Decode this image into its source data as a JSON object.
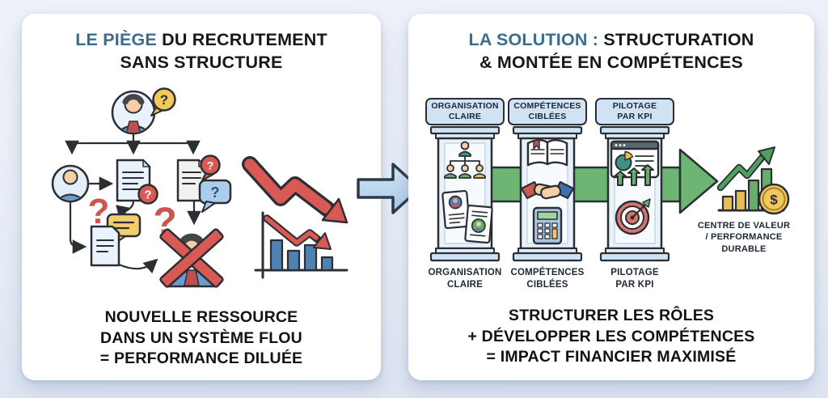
{
  "colors": {
    "background": "#e7edf6",
    "panel": "#ffffff",
    "accent_blue": "#3c6d8e",
    "text_dark": "#16181c",
    "outline": "#2b2f33",
    "red": "#d95a55",
    "green": "#6db572",
    "yellow": "#f2c85c",
    "light_blue": "#cfe3f4",
    "bar_blue": "#4f81b5"
  },
  "glyphs": {
    "question_mark": "?",
    "dollar": "$"
  },
  "left_panel": {
    "title_highlight": "LE PIÈGE",
    "title_rest": " DU RECRUTEMENT",
    "title_line2": "SANS STRUCTURE",
    "caption_line1": "NOUVELLE RESSOURCE",
    "caption_line2": "DANS UN SYSTÈME FLOU",
    "caption_line3": "= PERFORMANCE DILUÉE"
  },
  "right_panel": {
    "title_highlight": "LA SOLUTION :",
    "title_rest": " STRUCTURATION",
    "title_line2": "& MONTÉE EN COMPÉTENCES",
    "pillars": [
      {
        "line1": "ORGANISATION",
        "line2": "CLAIRE"
      },
      {
        "line1": "COMPÉTENCES",
        "line2": "CIBLÉES"
      },
      {
        "line1": "PILOTAGE",
        "line2": "PAR KPI"
      }
    ],
    "outcome_line1": "CENTRE DE VALEUR",
    "outcome_line2": "/ PERFORMANCE",
    "outcome_line3": "DURABLE",
    "caption_line1": "STRUCTURER LES RÔLES",
    "caption_line2": "+ DÉVELOPPER LES COMPÉTENCES",
    "caption_line3": "= IMPACT FINANCIER MAXIMISÉ"
  }
}
